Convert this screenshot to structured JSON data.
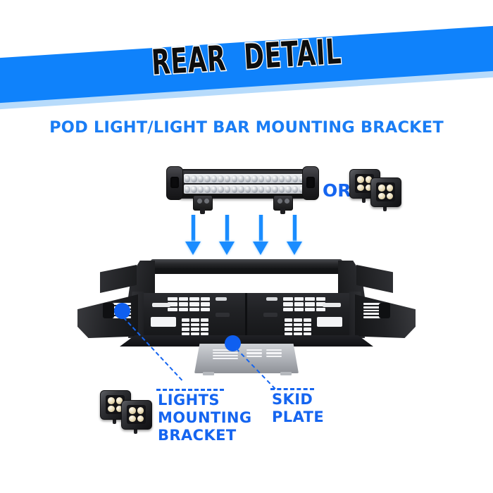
{
  "banner": {
    "title": "REAR  DETAIL",
    "bg_color": "#0f82fb",
    "shadow_color": "#b7dbfb",
    "text_color": "#0d0d0d",
    "outline_color": "#ffffff"
  },
  "subtitle": {
    "text": "POD LIGHT/LIGHT BAR MOUNTING BRACKET",
    "color": "#1a7df5"
  },
  "products": {
    "light_bar": {
      "name": "led-light-bar",
      "led_rows": 2,
      "leds_per_row": 19
    },
    "or_label": "OR",
    "pod_lights_top": {
      "name": "led-pod-light-pair",
      "count": 2,
      "leds_each": 4
    },
    "pod_lights_bottom": {
      "name": "led-pod-light-pair",
      "count": 2,
      "leds_each": 4
    }
  },
  "arrows": {
    "color": "#1a8cff",
    "outline_color": "#bfe2ff",
    "count": 4,
    "positions_x": [
      265,
      313,
      361,
      409
    ]
  },
  "callouts": [
    {
      "id": "lights-mounting-bracket",
      "lines": [
        "LIGHTS",
        "MOUNTING",
        "BRACKET"
      ],
      "text_color": "#1565f0",
      "marker_color": "#0f5ff0"
    },
    {
      "id": "skid-plate",
      "lines": [
        "SKID",
        "PLATE"
      ],
      "text_color": "#1565f0",
      "marker_color": "#0f5ff0"
    }
  ],
  "bumper": {
    "name": "steel-rear-bumper-assembly",
    "body_color": "#212225",
    "skid_plate_color": "#b9bcc1"
  }
}
